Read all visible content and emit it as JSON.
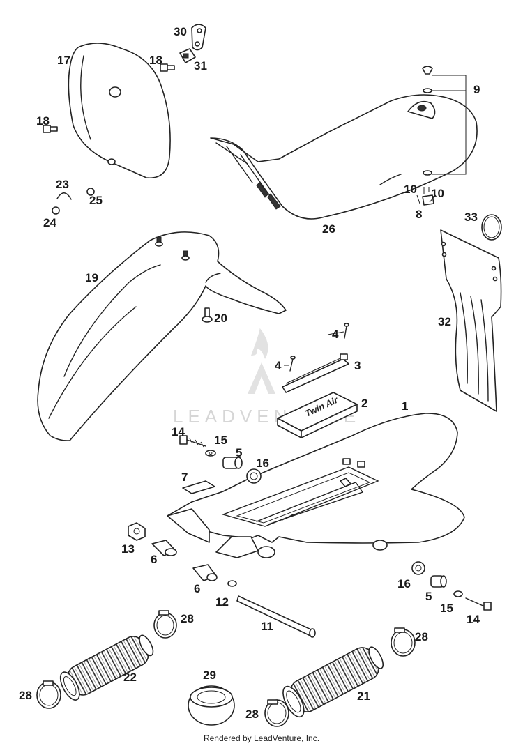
{
  "watermark": {
    "text": "LEADVENTURE"
  },
  "sticker_text": "Twin Air",
  "footer": {
    "text": "Rendered by LeadVenture, Inc."
  },
  "callouts": {
    "c1": "1",
    "c2": "2",
    "c3": "3",
    "c4a": "4",
    "c4b": "4",
    "c5a": "5",
    "c5b": "5",
    "c6a": "6",
    "c6b": "6",
    "c7": "7",
    "c8": "8",
    "c9": "9",
    "c10a": "10",
    "c10b": "10",
    "c11": "11",
    "c12": "12",
    "c13": "13",
    "c14a": "14",
    "c14b": "14",
    "c15a": "15",
    "c15b": "15",
    "c16a": "16",
    "c16b": "16",
    "c17": "17",
    "c18a": "18",
    "c18b": "18",
    "c19": "19",
    "c20": "20",
    "c21": "21",
    "c22": "22",
    "c23": "23",
    "c24": "24",
    "c25": "25",
    "c26": "26",
    "c28a": "28",
    "c28b": "28",
    "c28c": "28",
    "c28d": "28",
    "c29": "29",
    "c30": "30",
    "c31": "31",
    "c32": "32",
    "c33": "33"
  }
}
